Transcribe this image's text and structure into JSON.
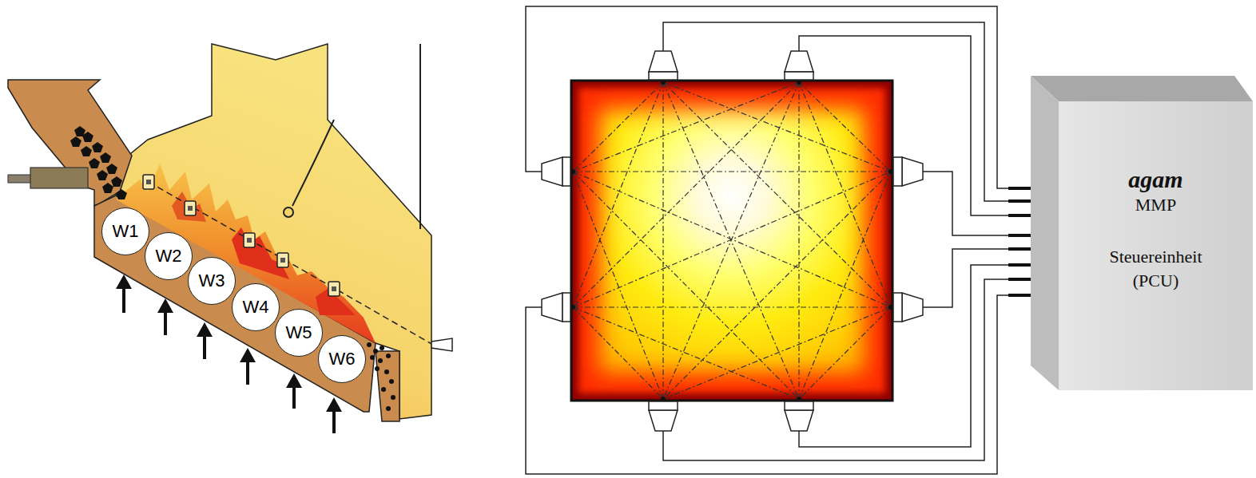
{
  "diagram": {
    "nodes": [
      {
        "text": [
          "W1"
        ]
      },
      {
        "text": [
          "W2"
        ]
      },
      {
        "text": [
          "W3"
        ]
      },
      {
        "text": [
          "W4"
        ]
      },
      {
        "text": [
          "W5"
        ]
      },
      {
        "text": [
          "W6"
        ]
      },
      {
        "text": [
          "agam",
          "MMP",
          "Steuereinheit (PCU)"
        ]
      }
    ]
  }
}
